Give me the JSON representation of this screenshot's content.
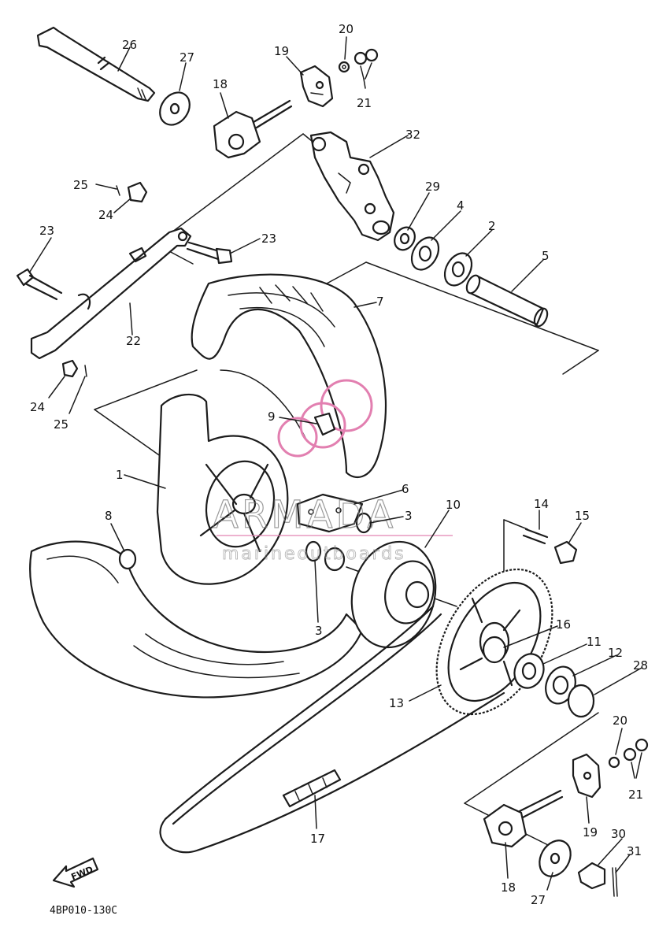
{
  "diagram": {
    "code": "4BP010-130C",
    "fwd_label": "FWD",
    "watermark": {
      "brand": "ARMADA",
      "tagline": "marineoutboards",
      "accent": "#e27fb0"
    },
    "labels": {
      "n1": "1",
      "n2": "2",
      "n3a": "3",
      "n3b": "3",
      "n4": "4",
      "n5": "5",
      "n6": "6",
      "n7": "7",
      "n8": "8",
      "n9": "9",
      "n10": "10",
      "n11": "11",
      "n12": "12",
      "n13": "13",
      "n14": "14",
      "n15": "15",
      "n16": "16",
      "n17": "17",
      "n18a": "18",
      "n18b": "18",
      "n19a": "19",
      "n19b": "19",
      "n20a": "20",
      "n20b": "20",
      "n21a": "21",
      "n21b": "21",
      "n22": "22",
      "n23a": "23",
      "n23b": "23",
      "n24a": "24",
      "n24b": "24",
      "n25a": "25",
      "n25b": "25",
      "n26": "26",
      "n27a": "27",
      "n27b": "27",
      "n28": "28",
      "n29": "29",
      "n30": "30",
      "n31": "31",
      "n32": "32"
    }
  }
}
